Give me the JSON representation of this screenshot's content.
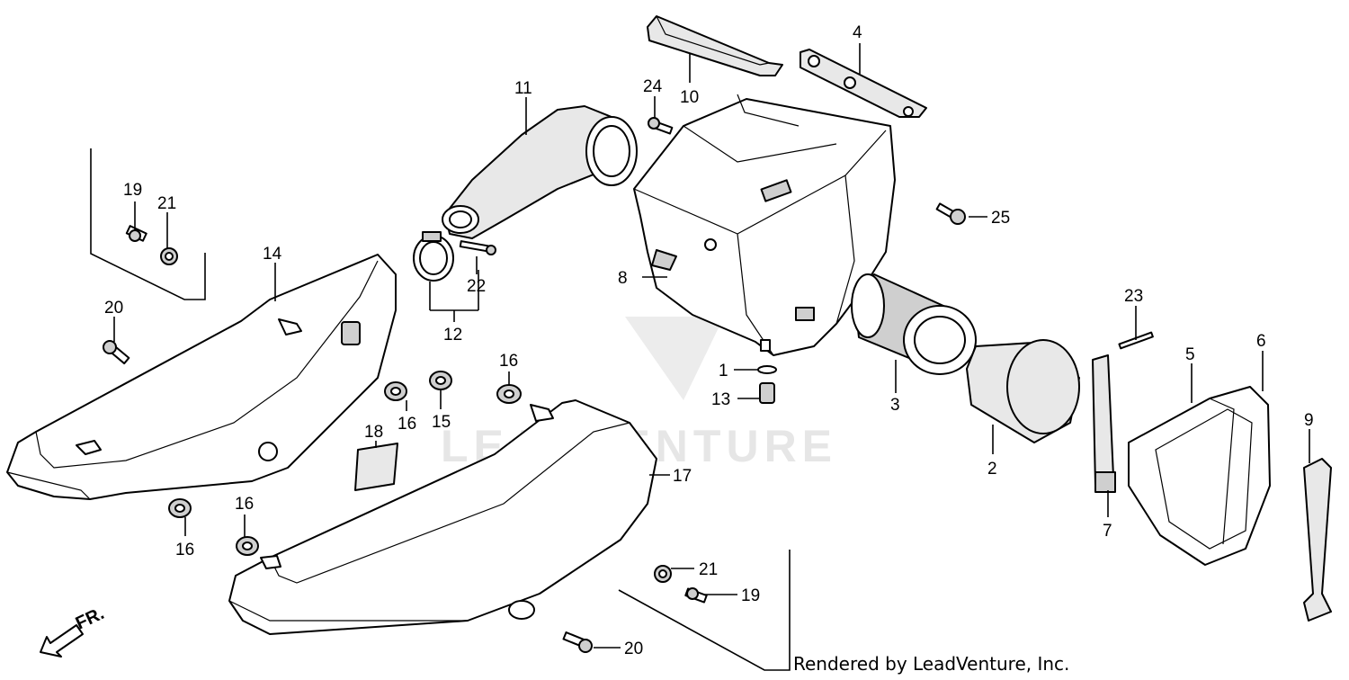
{
  "watermark": "LEADVENTURE",
  "credit": "Rendered by LeadVenture, Inc.",
  "direction_label": "FR.",
  "callouts": {
    "c1": "1",
    "c2": "2",
    "c3": "3",
    "c4": "4",
    "c5": "5",
    "c6": "6",
    "c7": "7",
    "c8": "8",
    "c9": "9",
    "c10": "10",
    "c11": "11",
    "c12": "12",
    "c13": "13",
    "c14": "14",
    "c15": "15",
    "c16a": "16",
    "c16b": "16",
    "c16c": "16",
    "c16d": "16",
    "c17": "17",
    "c18": "18",
    "c19a": "19",
    "c19b": "19",
    "c20a": "20",
    "c20b": "20",
    "c21a": "21",
    "c21b": "21",
    "c22": "22",
    "c23": "23",
    "c24": "24",
    "c25": "25"
  }
}
